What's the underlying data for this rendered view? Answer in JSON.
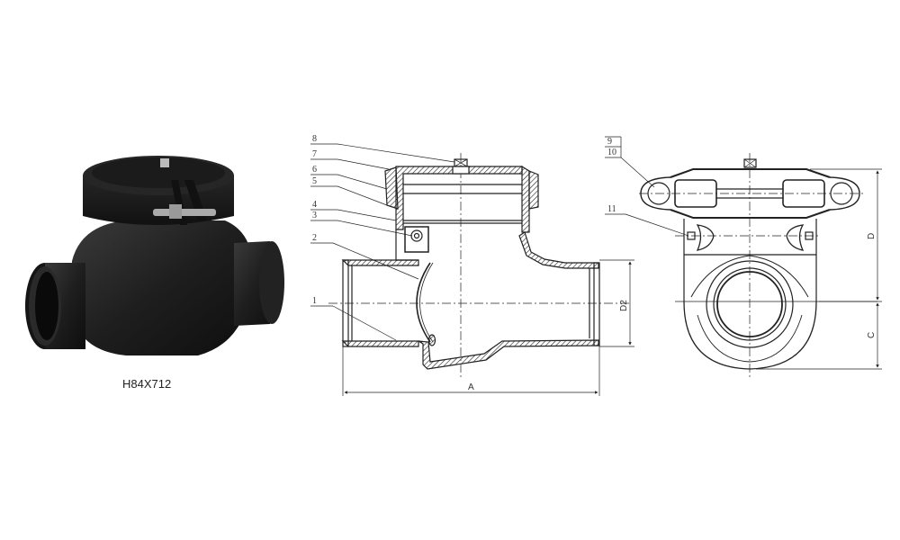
{
  "product": {
    "model": "H84X712",
    "description_icon": "grooved-swing-check-valve-photo"
  },
  "section_view": {
    "callouts": [
      "1",
      "2",
      "3",
      "4",
      "5",
      "6",
      "7",
      "8"
    ],
    "dimensions": {
      "length": "A",
      "outlet_diameter": "D2"
    }
  },
  "end_view": {
    "callouts": [
      "9",
      "10",
      "11"
    ],
    "dimensions": {
      "upper_height": "D",
      "lower_height": "C"
    }
  },
  "colors": {
    "line": "#222222",
    "body_black": "#1c1c1c",
    "background": "#ffffff"
  }
}
